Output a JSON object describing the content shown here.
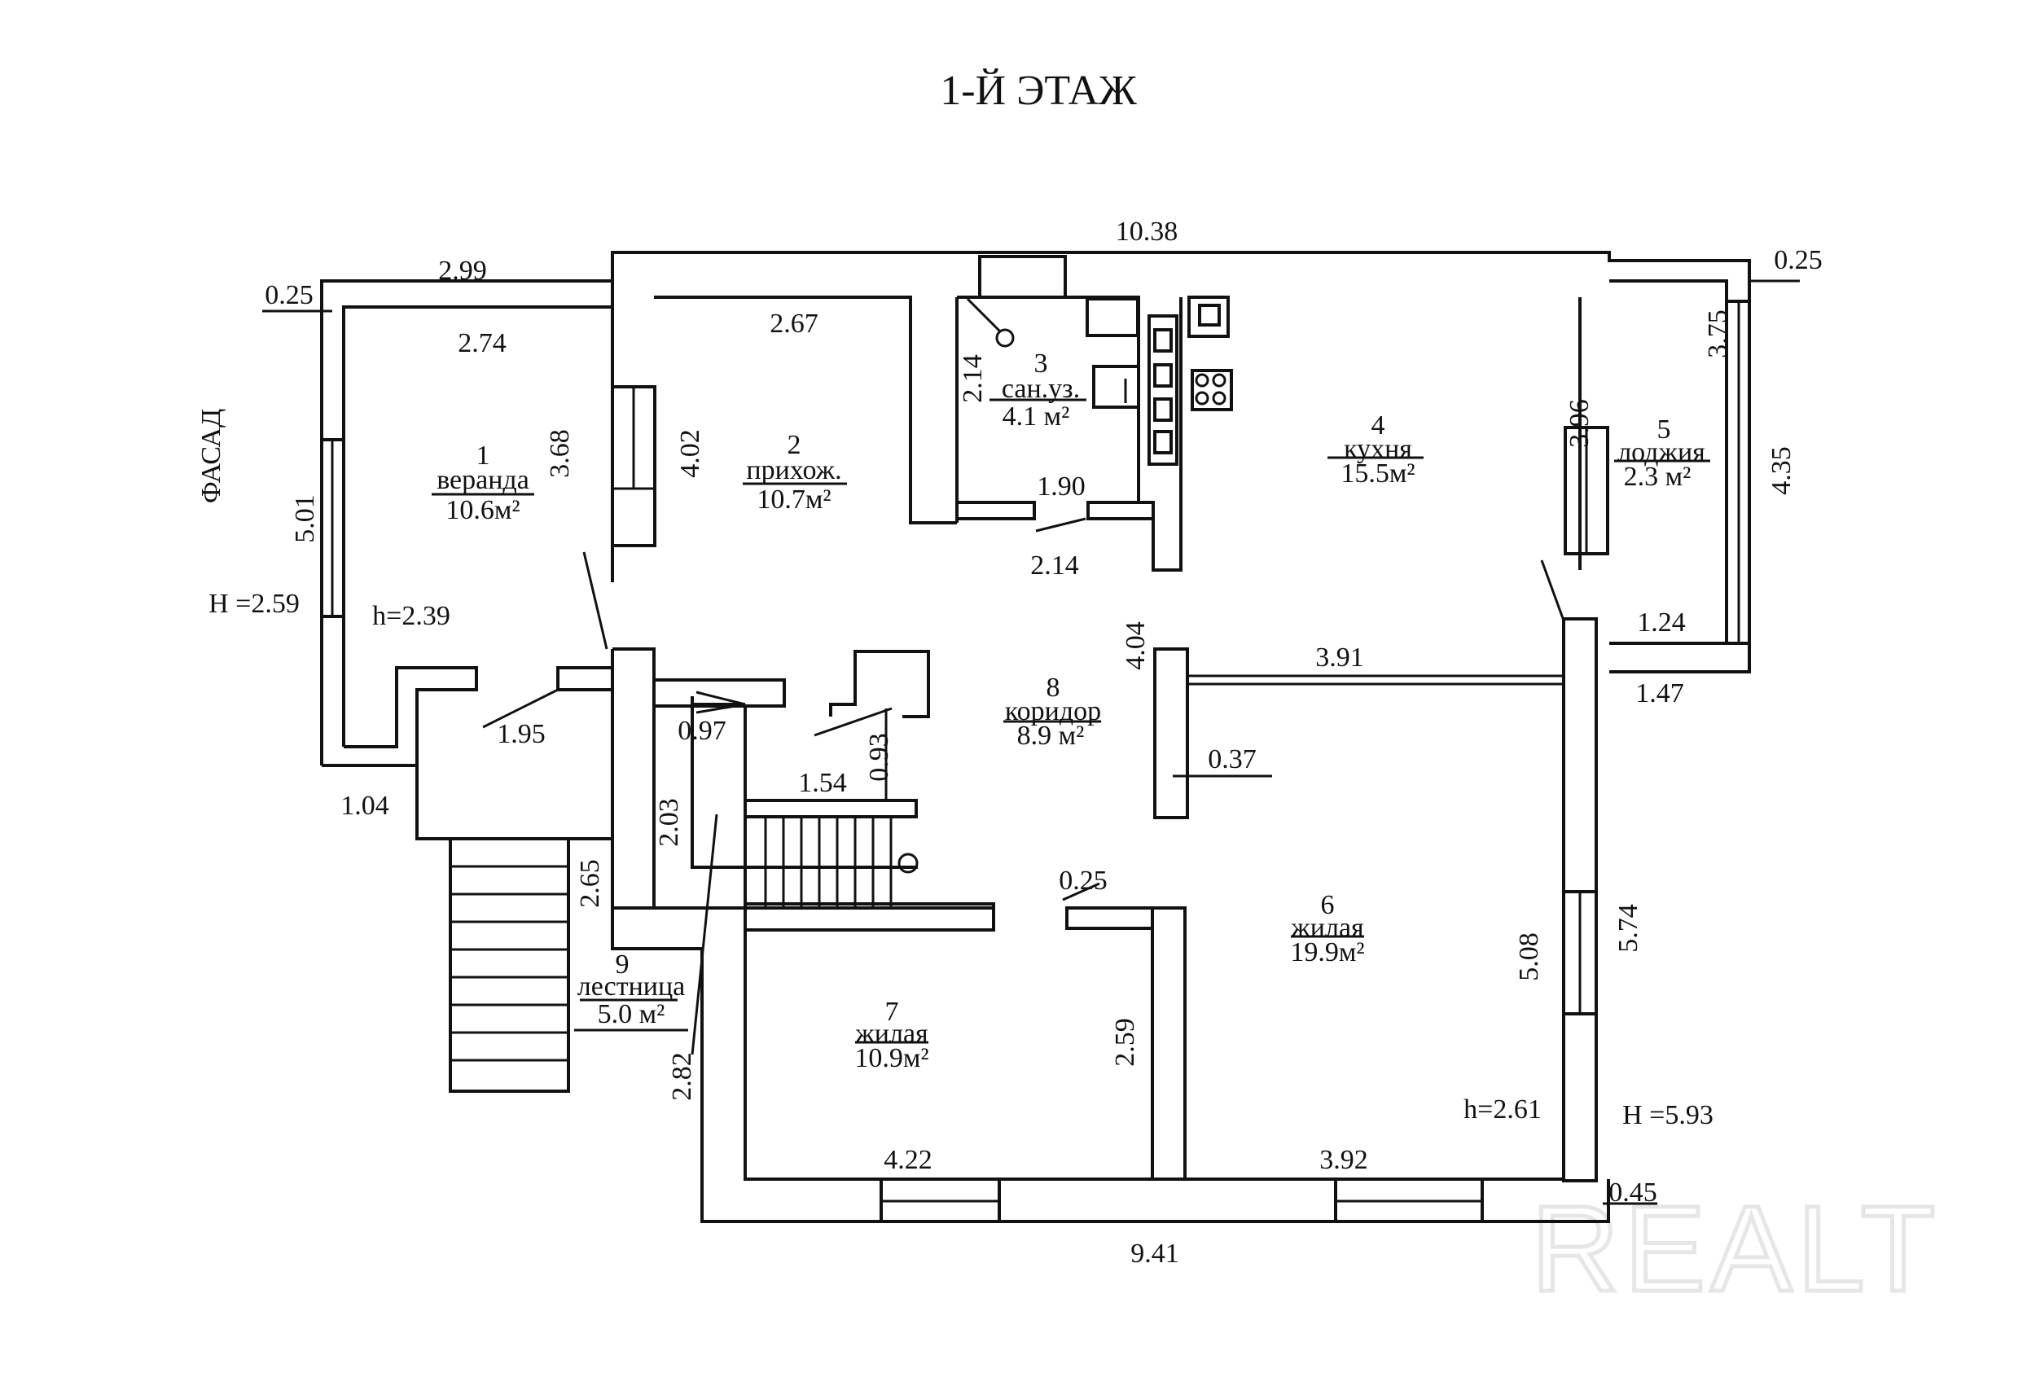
{
  "title": "1-Й ЭТАЖ",
  "facade_label": "ФАСАД",
  "rooms": [
    {
      "number": "1",
      "name": "веранда",
      "area": "10.6м²"
    },
    {
      "number": "2",
      "name": "прихож.",
      "area": "10.7м²"
    },
    {
      "number": "3",
      "name": "сан.уз.",
      "area": "4.1 м²"
    },
    {
      "number": "4",
      "name": "кухня",
      "area": "15.5м²"
    },
    {
      "number": "5",
      "name": "лоджия",
      "area": "2.3 м²"
    },
    {
      "number": "6",
      "name": "жилая",
      "area": "19.9м²"
    },
    {
      "number": "7",
      "name": "жилая",
      "area": "10.9м²"
    },
    {
      "number": "8",
      "name": "коридор",
      "area": "8.9 м²"
    },
    {
      "number": "9",
      "name": "лестница",
      "area": "5.0 м²"
    }
  ],
  "dimensions": {
    "top_total": "10.38",
    "veranda_outer_top": "2.99",
    "veranda_inner_top": "2.74",
    "left_wall_thickness": "0.25",
    "right_wall_thickness": "0.25",
    "veranda_side": "5.01",
    "hall_left_wall": "3.68",
    "hall_top": "2.67",
    "hall_side": "4.02",
    "bath_side": "2.14",
    "bath_bottom": "1.90",
    "bath_door": "2.14",
    "kitchen_side": "3.96",
    "loggia_inner": "3.75",
    "loggia_outer": "4.35",
    "loggia_bottom_inner": "1.24",
    "loggia_bottom_outer": "1.47",
    "corridor_side": "4.04",
    "partition_top": "3.91",
    "partition_thickness": "0.37",
    "veranda_door": "1.95",
    "porch_width": "1.04",
    "stair_landing": "0.97",
    "stair_height": "2.03",
    "stair_step_run": "1.54",
    "closet_depth": "0.93",
    "stair_side": "2.65",
    "bottom_left_side": "2.82",
    "room7_side": "2.59",
    "room7_bottom": "4.22",
    "room6_bottom": "3.92",
    "room6_inner": "5.08",
    "room6_outer": "5.74",
    "door_gap": "0.25",
    "bottom_wall_thickness": "0.45",
    "bottom_total": "9.41"
  },
  "heights": {
    "veranda_outer": "H =2.59",
    "veranda_inner": "h=2.39",
    "main_inner": "h=2.61",
    "main_outer": "H =5.93"
  },
  "watermark": "REALT"
}
